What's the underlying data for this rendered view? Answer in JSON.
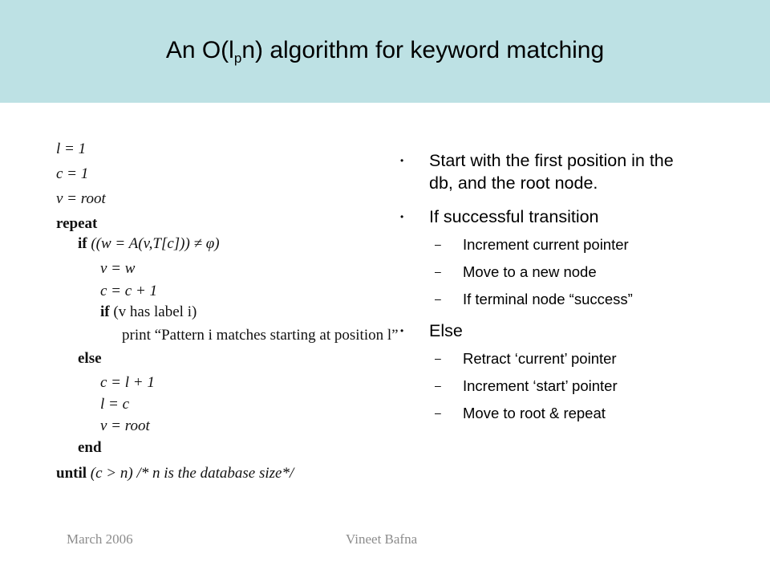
{
  "header": {
    "title_prefix": "An O(l",
    "title_sub": "p",
    "title_suffix": "n) algorithm for keyword matching"
  },
  "algorithm": {
    "l_init": "l = 1",
    "c_init": "c = 1",
    "v_init": "v = root",
    "repeat": "repeat",
    "if_kw": "if",
    "if_cond": "((w = A(v,T[c])) ≠ φ)",
    "v_assign": "v = w",
    "c_incr": "c = c + 1",
    "if2_kw": "if",
    "if2_cond": "(v has label i)",
    "print_line": "print “Pattern i matches starting at position l”",
    "else": "else",
    "c_reset": "c = l + 1",
    "l_assign": "l = c",
    "v_root": "v = root",
    "end": "end",
    "until_kw": "until",
    "until_cond": "(c > n) /* n is the database size*/"
  },
  "bullets": [
    {
      "text": "Start with the first position in the db, and the root node."
    },
    {
      "text": "If successful transition",
      "subs": [
        "Increment current pointer",
        "Move to a new node",
        "If terminal node “success”"
      ]
    },
    {
      "text": "Else",
      "subs": [
        "Retract ‘current’ pointer",
        "Increment ‘start’ pointer",
        "Move to root & repeat"
      ]
    }
  ],
  "footer": {
    "date": "March 2006",
    "author": "Vineet Bafna"
  }
}
